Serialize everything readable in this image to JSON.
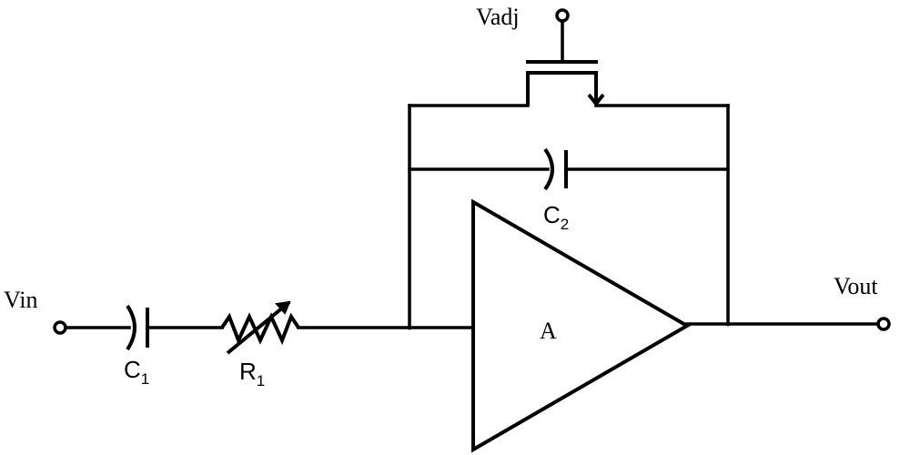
{
  "labels": {
    "vin": "Vin",
    "vout": "Vout",
    "vadj": "Vadj",
    "amp": "A",
    "c1": {
      "main": "C",
      "sub": "1"
    },
    "c2": {
      "main": "C",
      "sub": "2"
    },
    "r1": {
      "main": "R",
      "sub": "1"
    }
  }
}
